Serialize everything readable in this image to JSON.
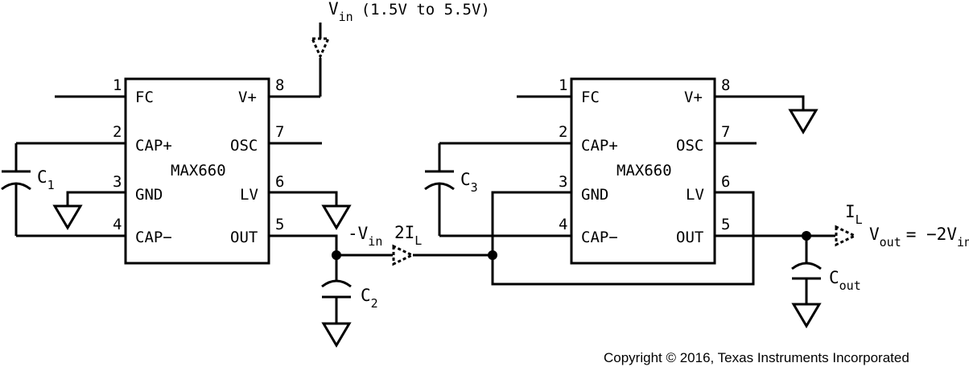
{
  "vin_label": {
    "main": "V",
    "sub": "in",
    "range": "(1.5V to 5.5V)"
  },
  "chip1": {
    "name": "MAX660",
    "pins": {
      "p1": {
        "num": "1",
        "name": "FC"
      },
      "p2": {
        "num": "2",
        "name": "CAP+"
      },
      "p3": {
        "num": "3",
        "name": "GND"
      },
      "p4": {
        "num": "4",
        "name": "CAP−"
      },
      "p5": {
        "num": "5",
        "name": "OUT"
      },
      "p6": {
        "num": "6",
        "name": "LV"
      },
      "p7": {
        "num": "7",
        "name": "OSC"
      },
      "p8": {
        "num": "8",
        "name": "V+"
      }
    }
  },
  "chip2": {
    "name": "MAX660",
    "pins": {
      "p1": {
        "num": "1",
        "name": "FC"
      },
      "p2": {
        "num": "2",
        "name": "CAP+"
      },
      "p3": {
        "num": "3",
        "name": "GND"
      },
      "p4": {
        "num": "4",
        "name": "CAP−"
      },
      "p5": {
        "num": "5",
        "name": "OUT"
      },
      "p6": {
        "num": "6",
        "name": "LV"
      },
      "p7": {
        "num": "7",
        "name": "OSC"
      },
      "p8": {
        "num": "8",
        "name": "V+"
      }
    }
  },
  "caps": {
    "c1": {
      "main": "C",
      "sub": "1"
    },
    "c2": {
      "main": "C",
      "sub": "2"
    },
    "c3": {
      "main": "C",
      "sub": "3"
    },
    "cout": {
      "main": "C",
      "sub": "out"
    }
  },
  "mid_node": {
    "main": "-V",
    "sub": "in"
  },
  "current_2il": {
    "main": "2I",
    "sub": "L"
  },
  "current_il": {
    "main": "I",
    "sub": "L"
  },
  "vout": {
    "main": "V",
    "sub": "out",
    "eq": "= −2V",
    "sub2": "in"
  },
  "copyright": "Copyright © 2016, Texas Instruments Incorporated"
}
